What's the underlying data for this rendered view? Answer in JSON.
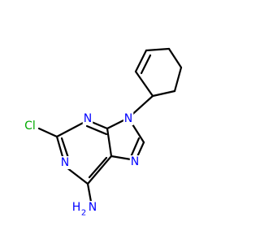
{
  "molecule": {
    "atoms": {
      "cl": "Cl",
      "n_pos1": "N",
      "n_pos3": "N",
      "n_pos7": "N",
      "n_pos9": "N",
      "amine_n": "N",
      "amine_h": "H",
      "amine_h_sub": "2"
    },
    "colors": {
      "cl": "#00aa00",
      "n": "#0000ff",
      "bond": "#000000"
    }
  }
}
